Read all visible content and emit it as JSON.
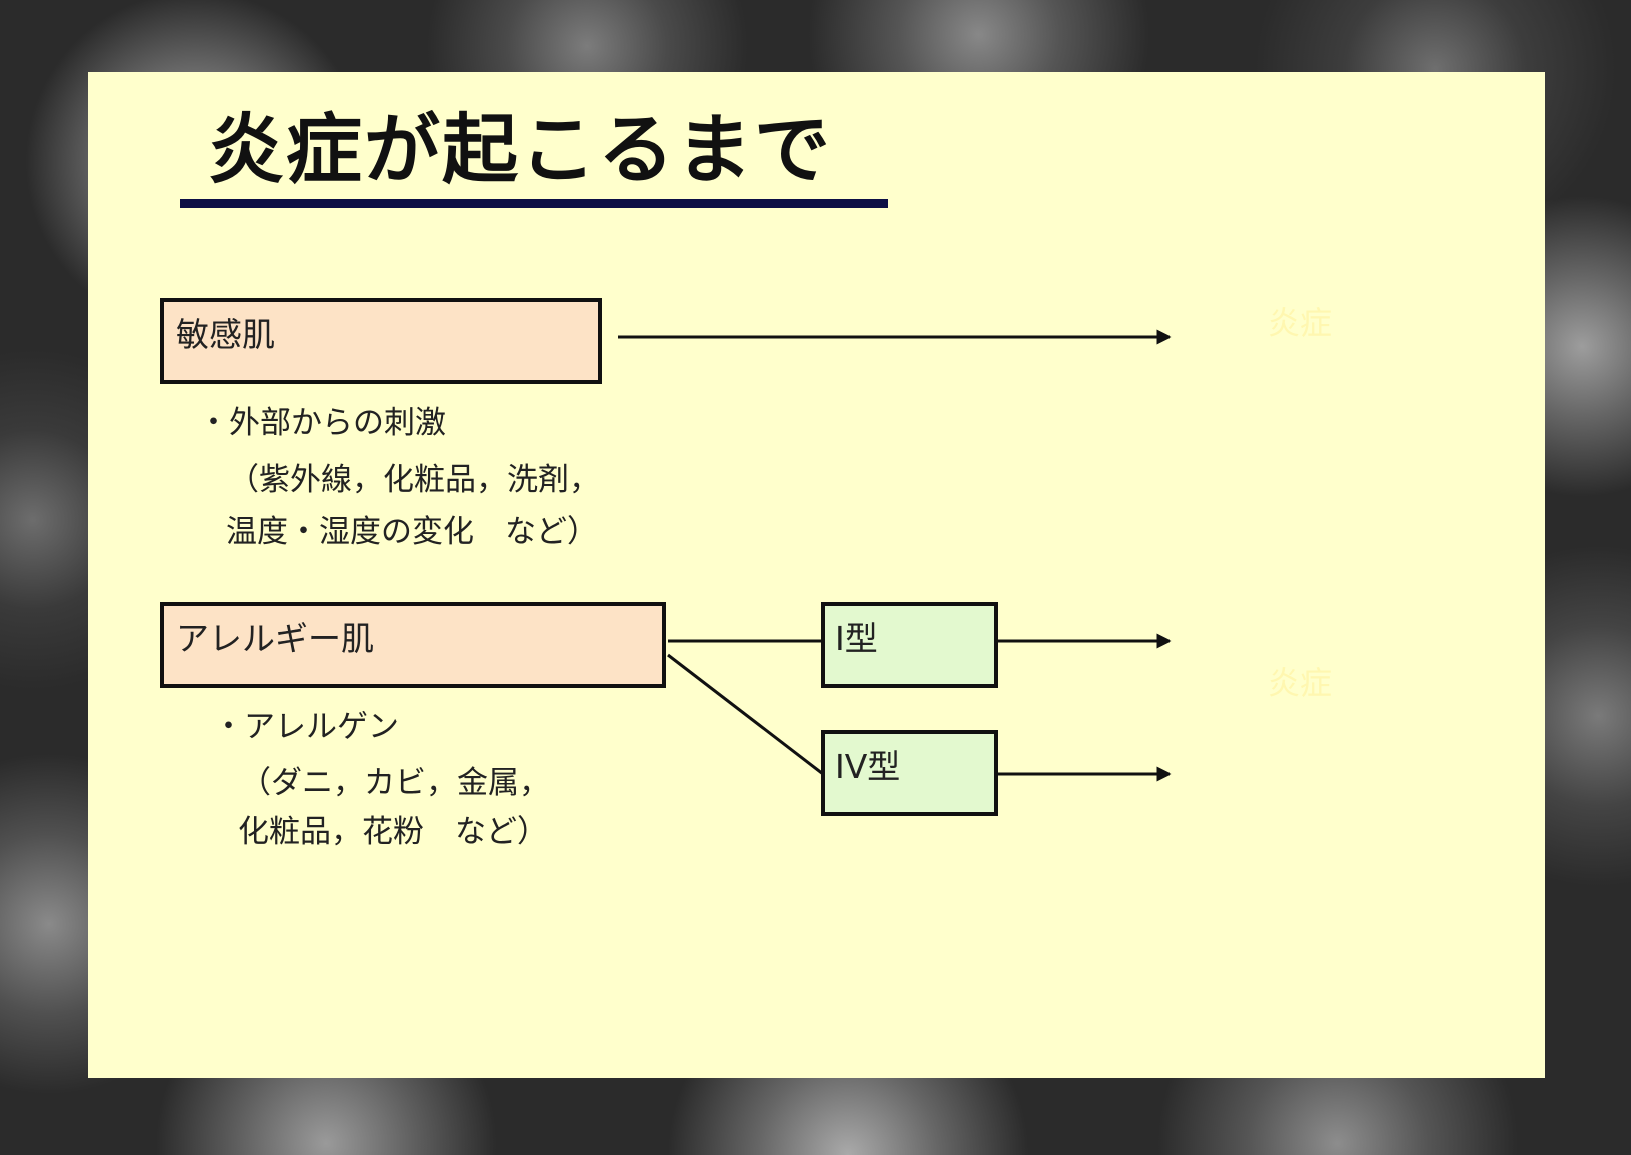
{
  "slide": {
    "title": "炎症が起こるまで"
  },
  "sensitive": {
    "box_label": "敏感肌",
    "cause_heading": "・外部からの刺激",
    "cause_line1": "（紫外線，化粧品，洗剤，",
    "cause_line2": "温度・湿度の変化　など）",
    "result_label": "炎症"
  },
  "allergic": {
    "box_label": "アレルギー肌",
    "cause_heading": "・アレルゲン",
    "cause_line1": "（ダニ，カビ，金属，",
    "cause_line2": "化粧品，花粉　など）",
    "type1_label": "I型",
    "type4_label": "IV型",
    "result_label": "炎症"
  },
  "colors": {
    "slide_background": "#ffffcc",
    "skin_box_fill": "#fde3c6",
    "type_box_fill": "#e3f9cf",
    "title_underline": "#0d0f45",
    "result_text": "#fff7b0"
  }
}
